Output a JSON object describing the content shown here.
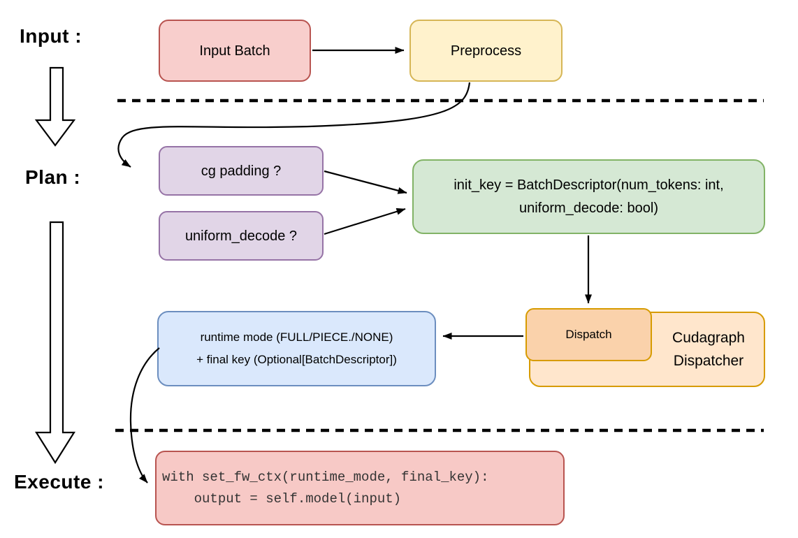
{
  "phases": {
    "input_label": "Input :",
    "plan_label": "Plan :",
    "execute_label": "Execute :"
  },
  "nodes": {
    "input_batch": "Input Batch",
    "preprocess": "Preprocess",
    "cg_padding": "cg padding ?",
    "uniform_decode": "uniform_decode ?",
    "init_key_line1": "init_key = BatchDescriptor(num_tokens: int,",
    "init_key_line2": "uniform_decode: bool)",
    "dispatch": "Dispatch",
    "cudagraph_line1": "Cudagraph",
    "cudagraph_line2": "Dispatcher",
    "runtime_line1": "runtime mode (FULL/PIECE./NONE)",
    "runtime_line2": "+ final key (Optional[BatchDescriptor])",
    "code_line1": "with set_fw_ctx(runtime_mode, final_key):",
    "code_line2": "    output = self.model(input)"
  },
  "colors": {
    "pink_fill": "#f8cecc",
    "pink_stroke": "#b85450",
    "yellow_fill": "#fff2cc",
    "yellow_stroke": "#d6b656",
    "purple_fill": "#e1d5e7",
    "purple_stroke": "#9673a6",
    "green_fill": "#d5e8d4",
    "green_stroke": "#82b366",
    "orange_fill": "#ffe6cc",
    "orange_stroke": "#d79b00",
    "orange_inner_fill": "#fad2ab",
    "blue_fill": "#dae8fc",
    "blue_stroke": "#6c8ebf",
    "code_fill": "#f7c9c6",
    "code_text_color": "#333333",
    "line_color": "#000000",
    "text_color": "#000000"
  }
}
